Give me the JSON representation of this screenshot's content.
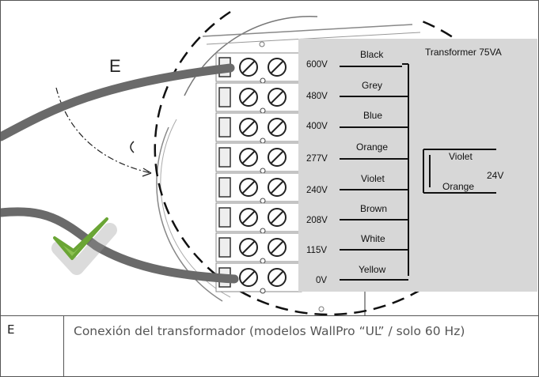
{
  "figure": {
    "callout_letter": "E",
    "transformer_title": "Transformer 75VA",
    "taps": [
      {
        "voltage": "600V",
        "wire": "Black"
      },
      {
        "voltage": "480V",
        "wire": "Grey"
      },
      {
        "voltage": "400V",
        "wire": "Blue"
      },
      {
        "voltage": "277V",
        "wire": "Orange"
      },
      {
        "voltage": "240V",
        "wire": "Violet"
      },
      {
        "voltage": "208V",
        "wire": "Brown"
      },
      {
        "voltage": "115V",
        "wire": "White"
      },
      {
        "voltage": "0V",
        "wire": "Yellow"
      }
    ],
    "secondary": {
      "top_wire": "Violet",
      "bottom_wire": "Orange",
      "voltage": "24V"
    },
    "icons": {
      "check": "green-check-icon"
    }
  },
  "caption": {
    "key": "E",
    "text": "Conexión del transformador (modelos WallPro “UL” / solo 60 Hz)"
  }
}
